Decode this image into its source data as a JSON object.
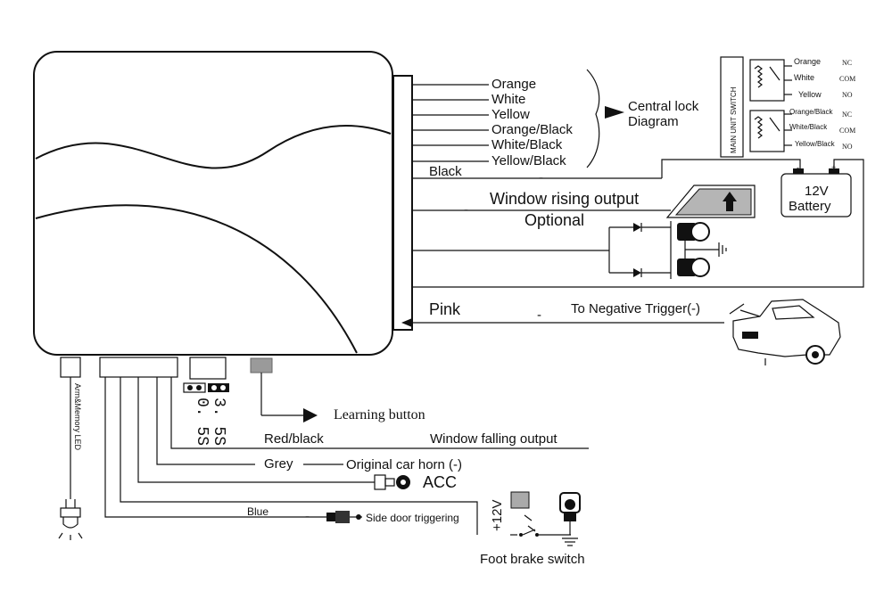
{
  "wires_right": [
    "Orange",
    "White",
    "Yellow",
    "Orange/Black",
    "White/Black",
    "Yellow/Black"
  ],
  "central_lock": [
    "Central lock",
    "Diagram"
  ],
  "relay": {
    "title": "MAIN UNIT SWITCH",
    "group1": [
      "Orange",
      "White",
      "Yellow"
    ],
    "group2": [
      "Orange/Black",
      "White/Black",
      "Yellow/Black"
    ],
    "terms": [
      "NC",
      "COM",
      "NO"
    ]
  },
  "black": "Black",
  "minus": "-",
  "plus": "+",
  "battery": {
    "volts": "12V",
    "name": "Battery"
  },
  "window_rising": "Window rising output",
  "optional": "Optional",
  "pink": "Pink",
  "negative_trigger": "To Negative Trigger(-)",
  "led_label": "Arm&Memory LED",
  "learning": "Learning button",
  "timing": [
    "3. 5S",
    "0. 5S"
  ],
  "red_black": "Red/black",
  "window_falling": "Window falling output",
  "grey": "Grey",
  "horn": "Original car  horn (-)",
  "acc": "ACC",
  "blue": "Blue",
  "side_door": "Side door triggering",
  "plus12": "+12V",
  "foot_brake": "Foot brake switch"
}
